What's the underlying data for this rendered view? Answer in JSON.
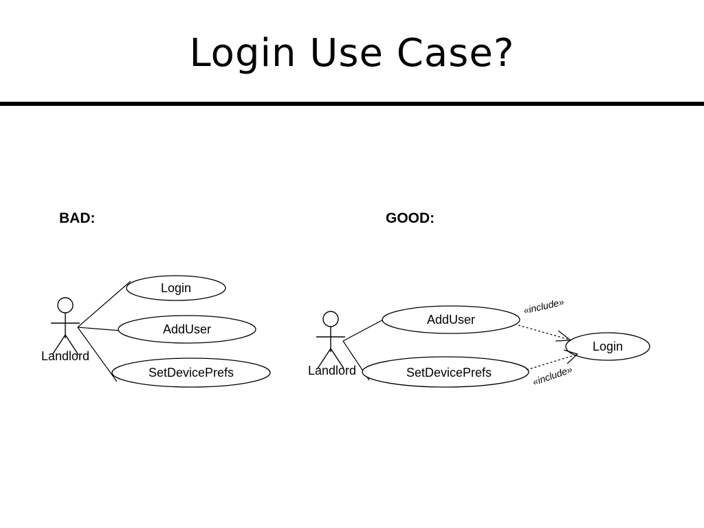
{
  "slide": {
    "title": "Login Use Case?",
    "background_color": "#ffffff",
    "ink_color": "#000000"
  },
  "sections": {
    "bad": {
      "label": "BAD:",
      "actor": {
        "name": "Landlord",
        "icon": "stick-figure-actor-icon"
      },
      "use_cases": [
        {
          "name": "Login"
        },
        {
          "name": "AddUser"
        },
        {
          "name": "SetDevicePrefs"
        }
      ],
      "associations": [
        {
          "from": "Landlord",
          "to": "Login"
        },
        {
          "from": "Landlord",
          "to": "AddUser"
        },
        {
          "from": "Landlord",
          "to": "SetDevicePrefs"
        }
      ]
    },
    "good": {
      "label": "GOOD:",
      "actor": {
        "name": "Landlord",
        "icon": "stick-figure-actor-icon"
      },
      "use_cases": [
        {
          "name": "AddUser"
        },
        {
          "name": "SetDevicePrefs"
        },
        {
          "name": "Login"
        }
      ],
      "associations": [
        {
          "from": "Landlord",
          "to": "AddUser"
        },
        {
          "from": "Landlord",
          "to": "SetDevicePrefs"
        }
      ],
      "includes": [
        {
          "from": "AddUser",
          "to": "Login",
          "stereotype": "«include»"
        },
        {
          "from": "SetDevicePrefs",
          "to": "Login",
          "stereotype": "«include»"
        }
      ]
    }
  }
}
